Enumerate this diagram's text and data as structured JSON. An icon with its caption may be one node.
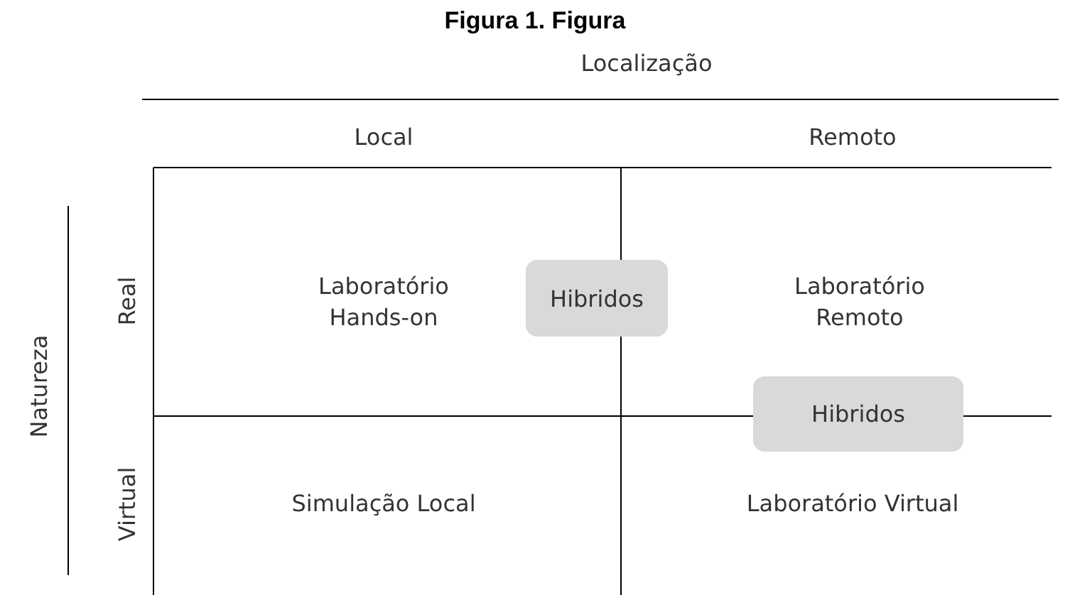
{
  "diagram": {
    "title": "Figura 1. Figura",
    "nodes": [
      {
        "text": [
          "Hibridos"
        ]
      },
      {
        "text": [
          "Hibridos"
        ]
      }
    ],
    "labels": [
      "Localização",
      "Local",
      "Remoto",
      "Natureza",
      "Real",
      "Laboratório Hands-on",
      "Laboratório Remoto",
      "Virtual",
      "Simulação Local",
      "Laboratório Virtual"
    ]
  }
}
